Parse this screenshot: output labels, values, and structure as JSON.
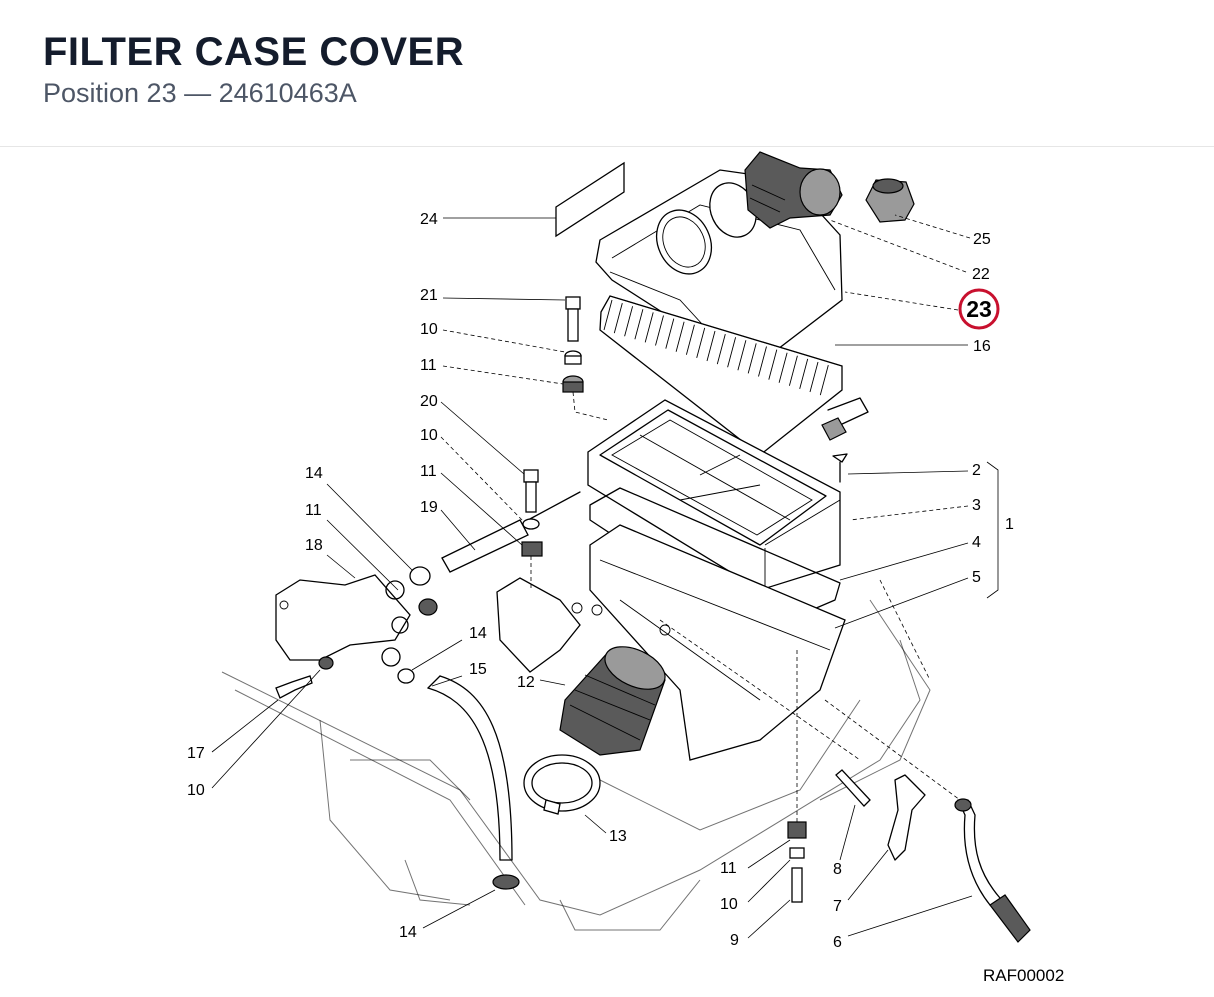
{
  "header": {
    "title": "FILTER CASE COVER",
    "subtitle": "Position 23 — 24610463A"
  },
  "diagram": {
    "code": "RAF00002",
    "highlight": {
      "label": "23",
      "color": "#c8102e"
    },
    "callouts": [
      "24",
      "25",
      "22",
      "21",
      "10",
      "11",
      "16",
      "20",
      "10",
      "11",
      "19",
      "2",
      "3",
      "4",
      "5",
      "1",
      "14",
      "11",
      "18",
      "14",
      "15",
      "12",
      "17",
      "10",
      "13",
      "11",
      "10",
      "9",
      "8",
      "7",
      "6",
      "14"
    ]
  }
}
